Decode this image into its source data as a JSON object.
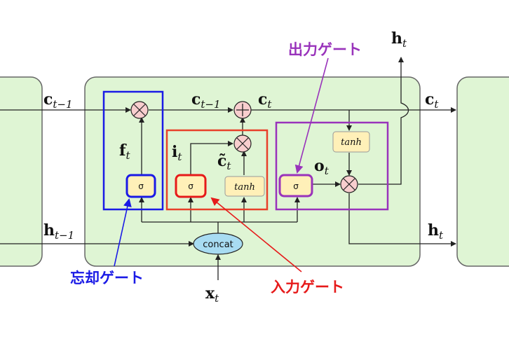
{
  "labels": {
    "c_prev_in": {
      "main": "c",
      "sub": "t−1"
    },
    "c_prev_mid": {
      "main": "c",
      "sub": "t−1"
    },
    "c_t_mid": {
      "main": "c",
      "sub": "t"
    },
    "c_t_out": {
      "main": "c",
      "sub": "t"
    },
    "h_prev_in": {
      "main": "h",
      "sub": "t−1"
    },
    "h_t_top": {
      "main": "h",
      "sub": "t"
    },
    "h_t_out": {
      "main": "h",
      "sub": "t"
    },
    "f_t": {
      "main": "f",
      "sub": "t"
    },
    "i_t": {
      "main": "i",
      "sub": "t"
    },
    "c_tilde": {
      "main": "c̃",
      "sub": "t"
    },
    "o_t": {
      "main": "o",
      "sub": "t"
    },
    "x_t": {
      "main": "x",
      "sub": "t"
    }
  },
  "nodes": {
    "sigma": "σ",
    "tanh": "tanh",
    "concat": "concat",
    "multiply": "×",
    "add": "+"
  },
  "gates": {
    "forget": "忘却ゲート",
    "input": "入力ゲート",
    "output": "出力ゲート"
  },
  "colors": {
    "forget": "#1a1ae6",
    "input": "#e61a1a",
    "output": "#9933bb",
    "cell_fill": "#dff5d4",
    "sigma_fill": "#fff0b8",
    "op_fill": "#f8cece",
    "concat_fill": "#a8dcf2"
  }
}
